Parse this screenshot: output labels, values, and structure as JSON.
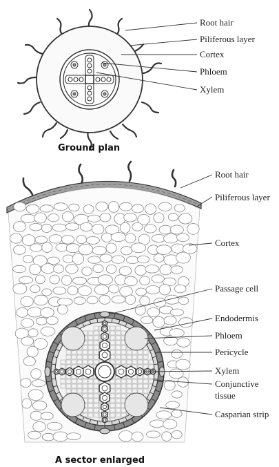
{
  "ground_plan": {
    "caption": "Ground plan",
    "labels": {
      "root_hair": "Root hair",
      "piliferous_layer": "Piliferous layer",
      "cortex": "Cortex",
      "phloem": "Phloem",
      "xylem": "Xylem"
    }
  },
  "sector": {
    "caption": "A sector enlarged",
    "labels": {
      "root_hair": "Root hair",
      "piliferous_layer": "Piliferous layer",
      "cortex": "Cortex",
      "passage_cell": "Passage cell",
      "endodermis": "Endodermis",
      "phloem": "Phloem",
      "pericycle": "Pericycle",
      "xylem": "Xylem",
      "conjunctive_tissue_line1": "Conjunctive",
      "conjunctive_tissue_line2": "tissue",
      "casparian_strip": "Casparian strip"
    }
  },
  "colors": {
    "line": "#333333",
    "tissue_fill": "#f2f2f2",
    "endodermis_fill": "#8a8a8a",
    "piliferous_fill": "#a0a0a0"
  }
}
